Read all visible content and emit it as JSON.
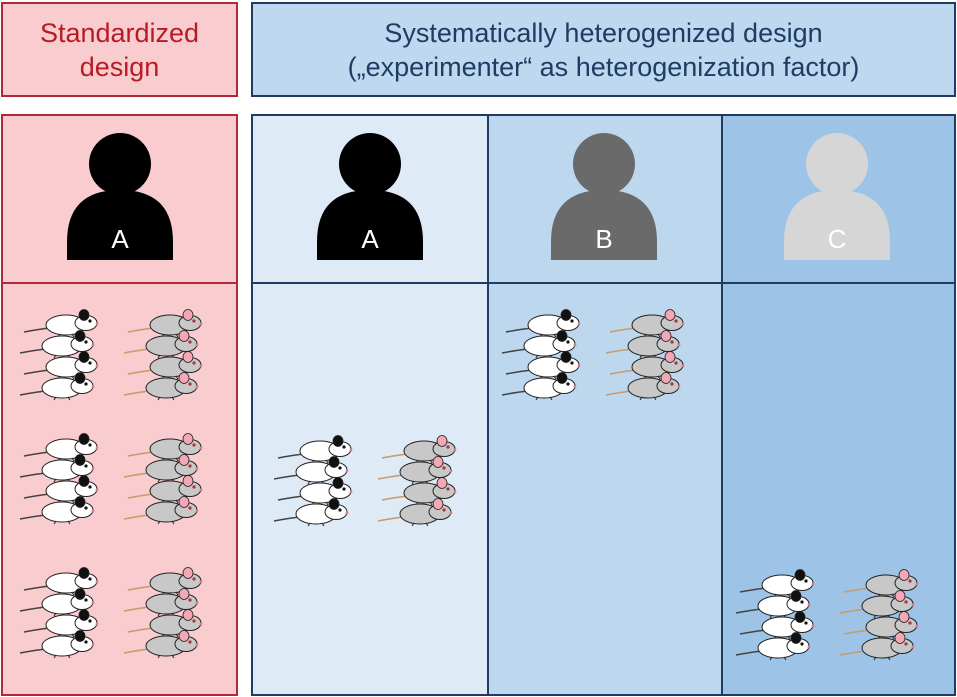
{
  "headers": {
    "standardized": {
      "line1": "Standardized",
      "line2": "design"
    },
    "heterogenized": {
      "line1": "Systematically heterogenized design",
      "line2": "(„experimenter“ as heterogenization factor)"
    }
  },
  "experimenters": [
    {
      "label": "A",
      "color": "#000000"
    },
    {
      "label": "A",
      "color": "#000000"
    },
    {
      "label": "B",
      "color": "#6a6a6a"
    },
    {
      "label": "C",
      "color": "#d6d6d6"
    }
  ],
  "colors": {
    "standardized_panel": "#f9cccf",
    "standardized_border": "#b02a34",
    "heterogenized_border": "#1f3c63",
    "column_a": "#deeaf6",
    "column_b": "#bdd7ee",
    "column_c": "#9dc3e6",
    "white_mouse": "#ffffff",
    "grey_mouse": "#c8c8c8"
  },
  "icons": [
    "person-icon",
    "white-mouse-icon",
    "grey-mouse-icon"
  ]
}
